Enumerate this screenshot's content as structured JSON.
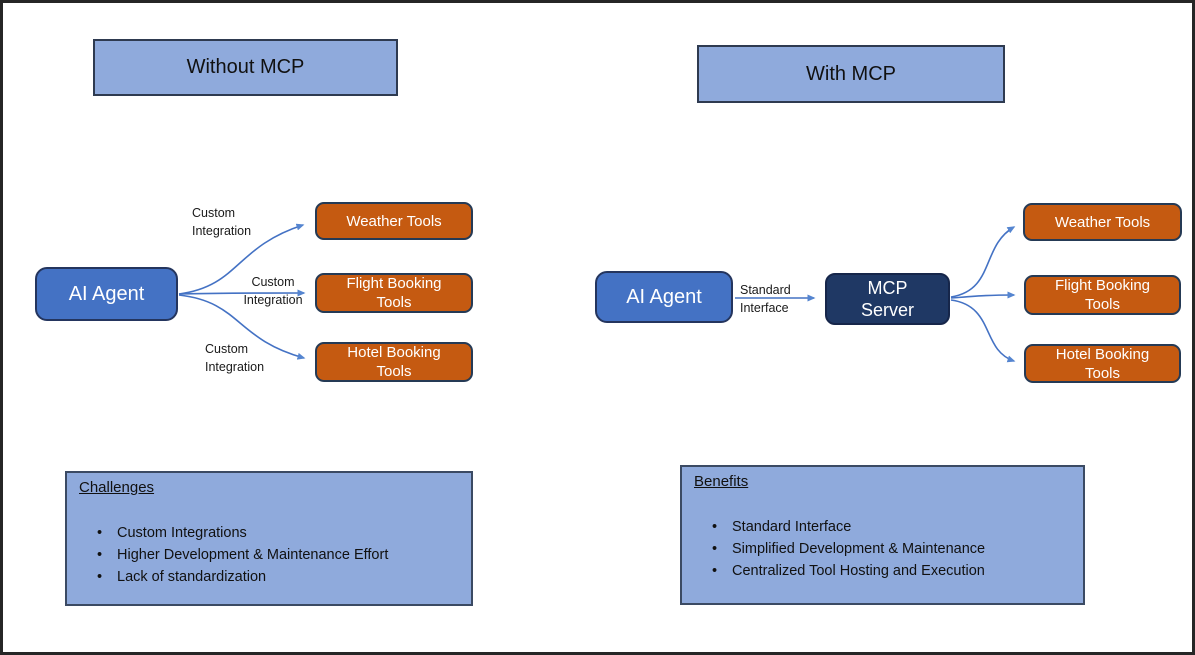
{
  "diagram": {
    "left": {
      "title": "Without MCP",
      "agent_label": "AI Agent",
      "connection_labels": [
        "Custom Integration",
        "Custom Integration",
        "Custom Integration"
      ],
      "tools": [
        "Weather Tools",
        "Flight Booking Tools",
        "Hotel Booking Tools"
      ],
      "panel": {
        "heading": "Challenges",
        "items": [
          "Custom Integrations",
          "Higher Development & Maintenance Effort",
          "Lack of standardization"
        ]
      }
    },
    "right": {
      "title": "With MCP",
      "agent_label": "AI Agent",
      "connection_label": "Standard Interface",
      "server_label": "MCP Server",
      "tools": [
        "Weather Tools",
        "Flight Booking Tools",
        "Hotel Booking Tools"
      ],
      "panel": {
        "heading": "Benefits",
        "items": [
          "Standard Interface",
          "Simplified Development & Maintenance",
          "Centralized Tool Hosting and Execution"
        ]
      }
    },
    "colors": {
      "header_fill": "#8FAADC",
      "agent_fill": "#4472C4",
      "tool_fill": "#C55A11",
      "server_fill": "#1F3864",
      "arrow_line": "#4472C4",
      "arrow_head": "#5585D0"
    }
  }
}
